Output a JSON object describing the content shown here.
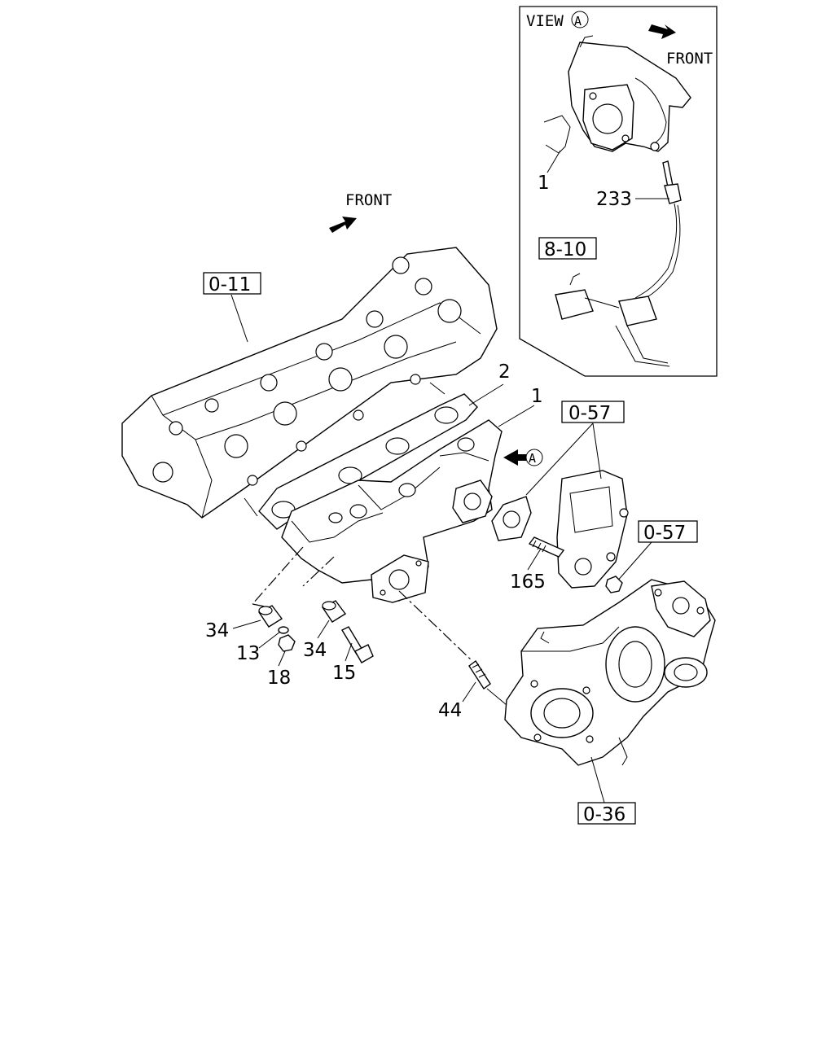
{
  "inset": {
    "title": "VIEW",
    "marker": "A",
    "front_label": "FRONT"
  },
  "main": {
    "front_label": "FRONT",
    "view_marker": "A"
  },
  "references": {
    "ref_0_11": "0-11",
    "ref_8_10": "8-10",
    "ref_0_57_a": "0-57",
    "ref_0_57_b": "0-57",
    "ref_0_36": "0-36"
  },
  "callouts": {
    "c_1_inset": "1",
    "c_233": "233",
    "c_2": "2",
    "c_1": "1",
    "c_165": "165",
    "c_34_a": "34",
    "c_13": "13",
    "c_18": "18",
    "c_34_b": "34",
    "c_15": "15",
    "c_44": "44"
  }
}
